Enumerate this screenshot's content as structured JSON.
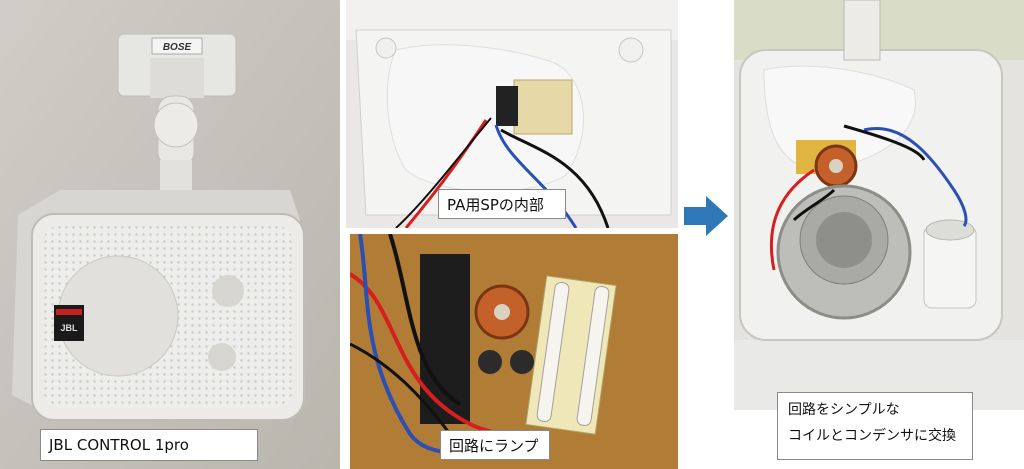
{
  "captions": {
    "speaker_model": "JBL CONTROL 1pro",
    "pa_speaker_interior": "PA用SPの内部",
    "circuit_lamp": "回路にランプ",
    "simplify_line1": "回路をシンプルな",
    "simplify_line2": "コイルとコンデンサに交換"
  },
  "logos": {
    "bose_bracket": "BOSE",
    "jbl_badge": "JBL"
  },
  "icons": {
    "arrow": "right-arrow-icon"
  },
  "colors": {
    "arrow_blue": "#2f78b8",
    "wire_red": "#d81e1e",
    "wire_blue": "#2a4fb5",
    "coil_copper": "#c4602a",
    "speaker_white": "#e9e9e6"
  }
}
